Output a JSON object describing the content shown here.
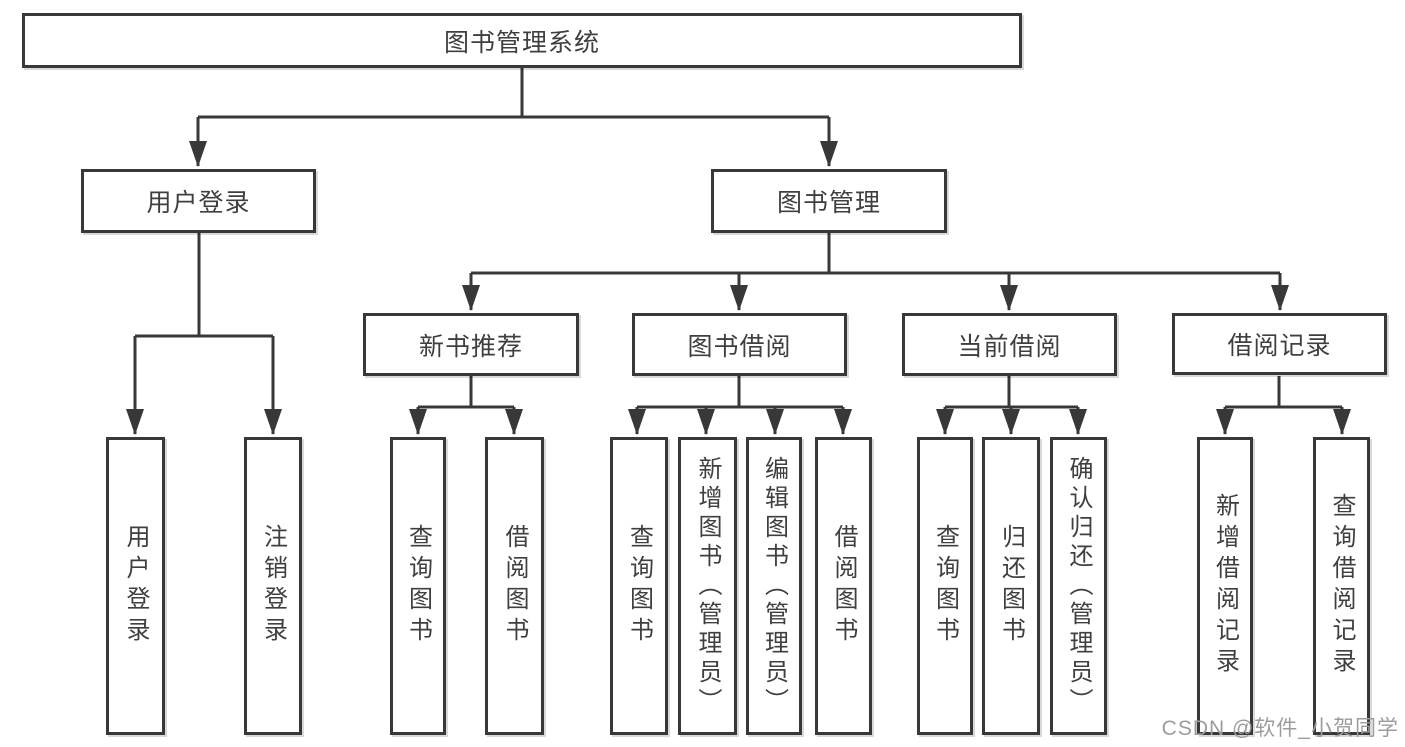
{
  "diagram": {
    "nodes": {
      "root": "图书管理系统",
      "user_login": "用户登录",
      "book_management": "图书管理",
      "new_book_recommend": "新书推荐",
      "book_borrowing": "图书借阅",
      "current_borrowing": "当前借阅",
      "borrowing_records": "借阅记录",
      "user_login_leaf": "用户登录",
      "logout": "注销登录",
      "nbr_query_books": "查询图书",
      "nbr_borrow_books": "借阅图书",
      "bb_query_books": "查询图书",
      "bb_add_books": "新增图书（管理员）",
      "bb_edit_books": "编辑图书（管理员）",
      "bb_borrow_books": "借阅图书",
      "cb_query_books": "查询图书",
      "cb_return_books": "归还图书",
      "cb_confirm_return": "确认归还（管理员）",
      "br_add_record": "新增借阅记录",
      "br_query_record": "查询借阅记录"
    },
    "hierarchy": {
      "图书管理系统": {
        "用户登录": [
          "用户登录",
          "注销登录"
        ],
        "图书管理": {
          "新书推荐": [
            "查询图书",
            "借阅图书"
          ],
          "图书借阅": [
            "查询图书",
            "新增图书（管理员）",
            "编辑图书（管理员）",
            "借阅图书"
          ],
          "当前借阅": [
            "查询图书",
            "归还图书",
            "确认归还（管理员）"
          ],
          "借阅记录": [
            "新增借阅记录",
            "查询借阅记录"
          ]
        }
      }
    },
    "colors": {
      "line": "#383838",
      "box_border": "#383838",
      "box_fill": "#ffffff",
      "text": "#3f3f3f",
      "watermark": "#9c9c9c",
      "background": "#ffffff"
    }
  },
  "watermark": {
    "text": "CSDN @软件_小贺同学"
  }
}
